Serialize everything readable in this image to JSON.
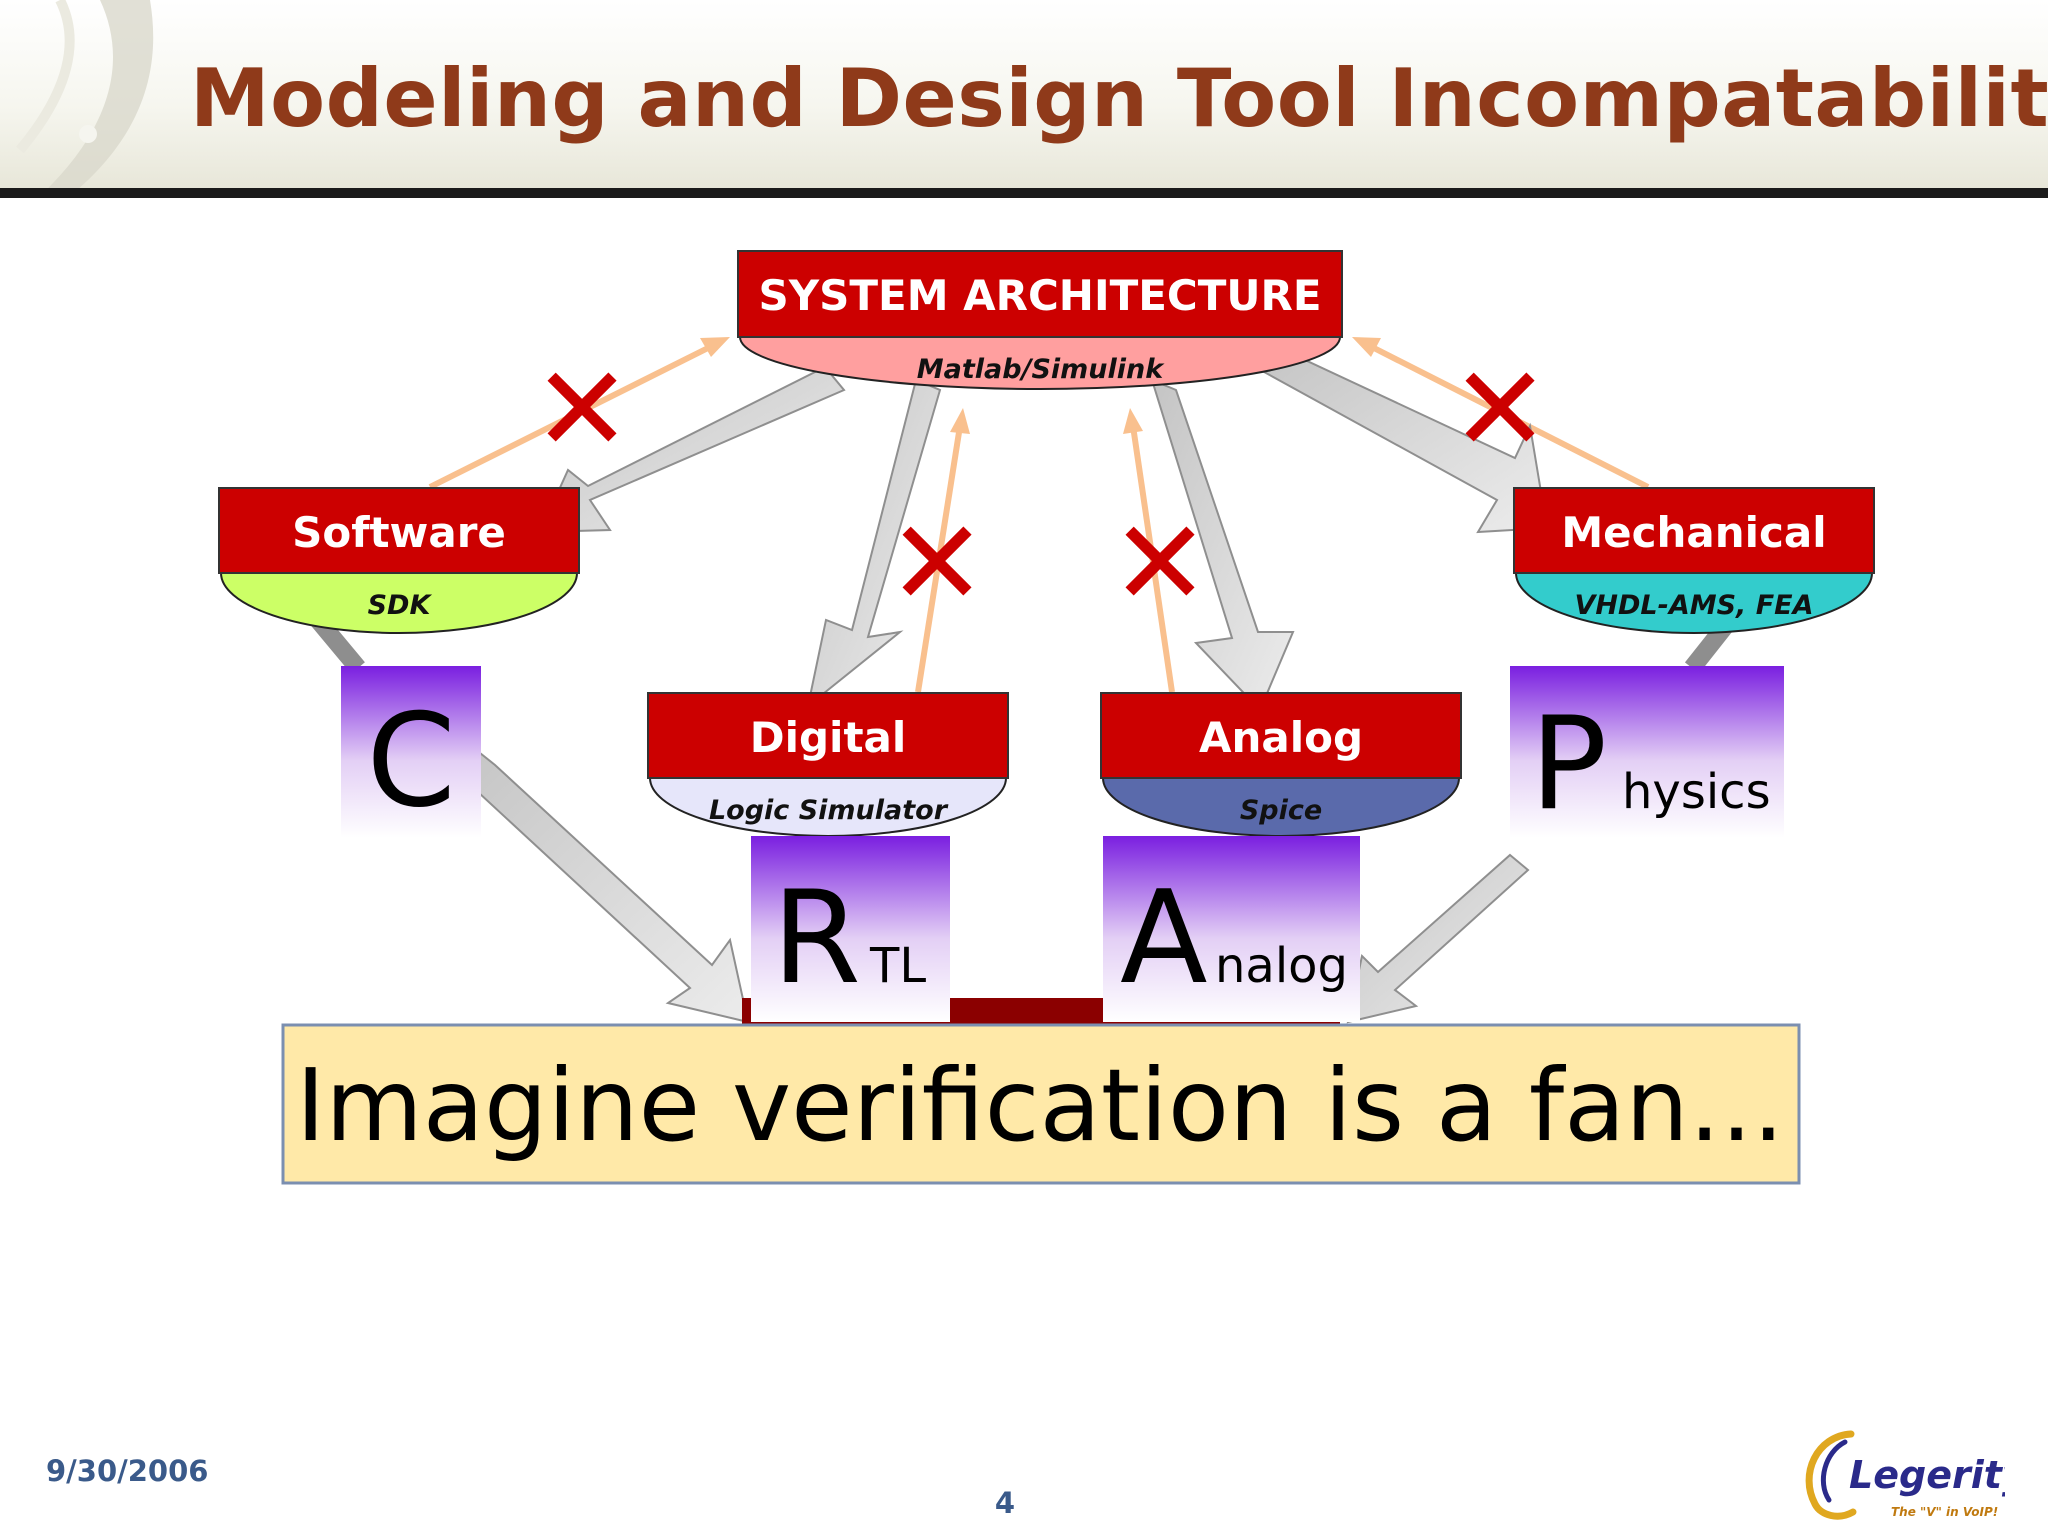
{
  "slide": {
    "title": "Modeling and Design Tool Incompatability",
    "footer_date": "9/30/2006",
    "page_number": "4"
  },
  "diagram": {
    "system": {
      "title": "SYSTEM ARCHITECTURE",
      "tool": "Matlab/Simulink",
      "title_color": "#cc0000",
      "tool_color": "#ff9f9f"
    },
    "software": {
      "title": "Software",
      "tool": "SDK",
      "tool_color": "#ccff66"
    },
    "digital": {
      "title": "Digital",
      "tool": "Logic Simulator",
      "tool_color": "#e6e6fa"
    },
    "analog": {
      "title": "Analog",
      "tool": "Spice",
      "tool_color": "#5a6aab"
    },
    "mechanical": {
      "title": "Mechanical",
      "tool": "VHDL-AMS, FEA",
      "tool_color": "#33cccc"
    },
    "languages": {
      "c": {
        "big": "C",
        "rest": ""
      },
      "rtl": {
        "big": "R",
        "rest": "TL"
      },
      "analog": {
        "big": "A",
        "rest": "nalog"
      },
      "physics": {
        "big": "P",
        "rest": "hysics"
      }
    },
    "callout": {
      "text": "Imagine verification is a fan...",
      "background": "#ffe9a8"
    },
    "incompatible_mark": "✕"
  },
  "logo": {
    "brand": "Legerity",
    "tagline": "The \"V\" in VoIP!"
  }
}
